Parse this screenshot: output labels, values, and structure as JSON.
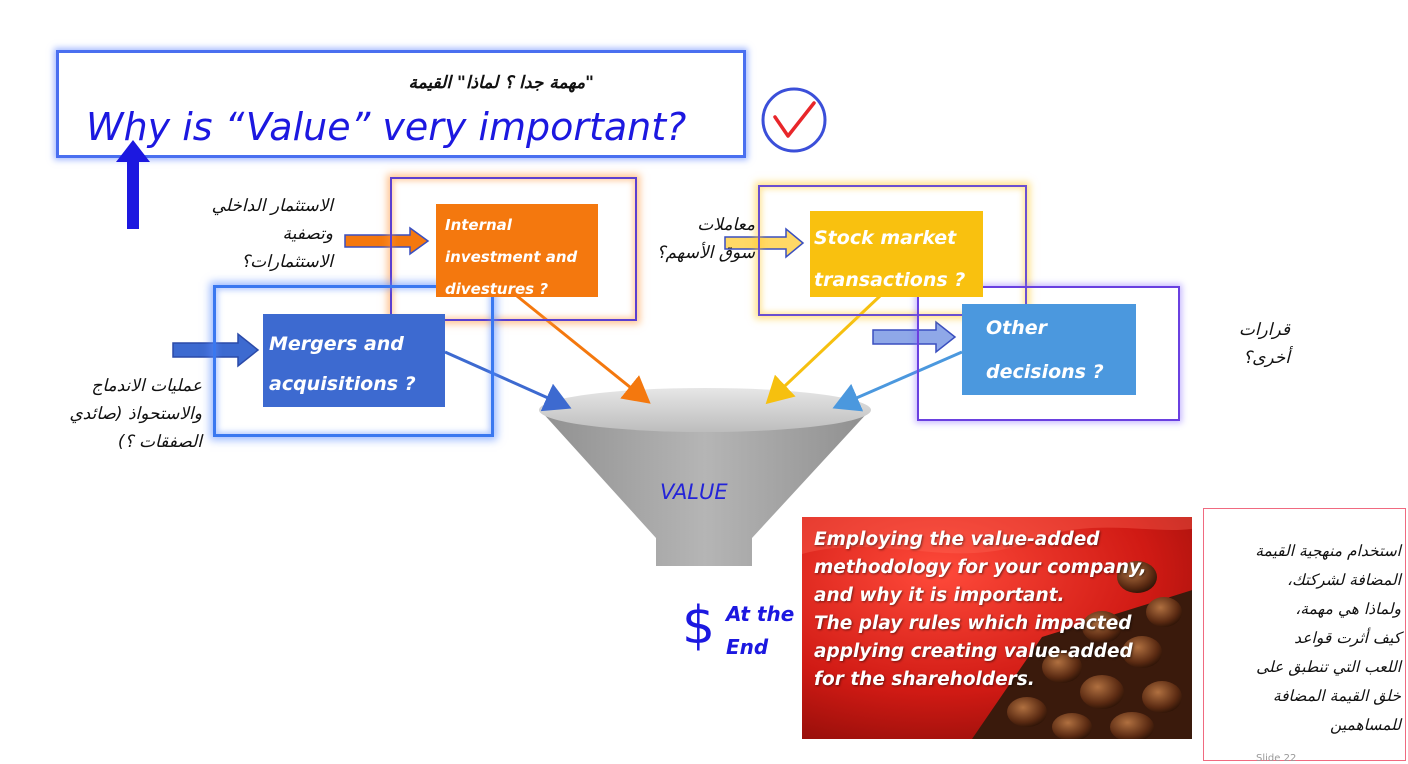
{
  "title": {
    "arabic": "مهمة جدا ؟ لماذا\" القيمة\"",
    "english": "Why is “Value” very important?"
  },
  "categories": {
    "internal": "Internal investment and divestures ?",
    "stock": "Stock market transactions ?",
    "mergers": "Mergers and acquisitions ?",
    "other": "Other decisions ?"
  },
  "arabic_notes": {
    "internal": [
      "الاستثمار الداخلي",
      "وتصفية",
      "الاستثمارات؟"
    ],
    "stock": [
      "معاملات",
      "سوق الأسهم؟"
    ],
    "mergers": [
      "عمليات الاندماج",
      "والاستحواذ (صائدي",
      "الصفقات ؟)"
    ],
    "other": [
      "قرارات",
      "أخرى؟"
    ],
    "side": [
      "استخدام منهجية القيمة",
      "المضافة لشركتك،",
      "ولماذا هي مهمة،",
      "كيف أثرت قواعد",
      "اللعب التي تنطبق على",
      "خلق القيمة المضافة",
      "للمساهمين"
    ]
  },
  "funnel": {
    "label": "VALUE"
  },
  "result": {
    "symbol": "$",
    "label_line1": "At the",
    "label_line2": "End"
  },
  "red_card": {
    "lines": [
      "Employing the value-added",
      "methodology for your company,",
      "and why it is important.",
      "The play rules which impacted",
      "applying creating value-added",
      "for the shareholders."
    ]
  },
  "slide_number": "Slide 22",
  "colors": {
    "title_blue": "#1c18e0",
    "internal": "#f4780e",
    "stock": "#f9c10f",
    "mergers": "#3d6ad0",
    "other": "#4b98de",
    "funnel": "#a6a6a6",
    "red_card": "#cf1a12",
    "check": "#e8262a"
  },
  "icons": [
    "checkmark-circle-icon",
    "up-arrow-icon",
    "right-arrow-icon",
    "dollar-icon"
  ]
}
